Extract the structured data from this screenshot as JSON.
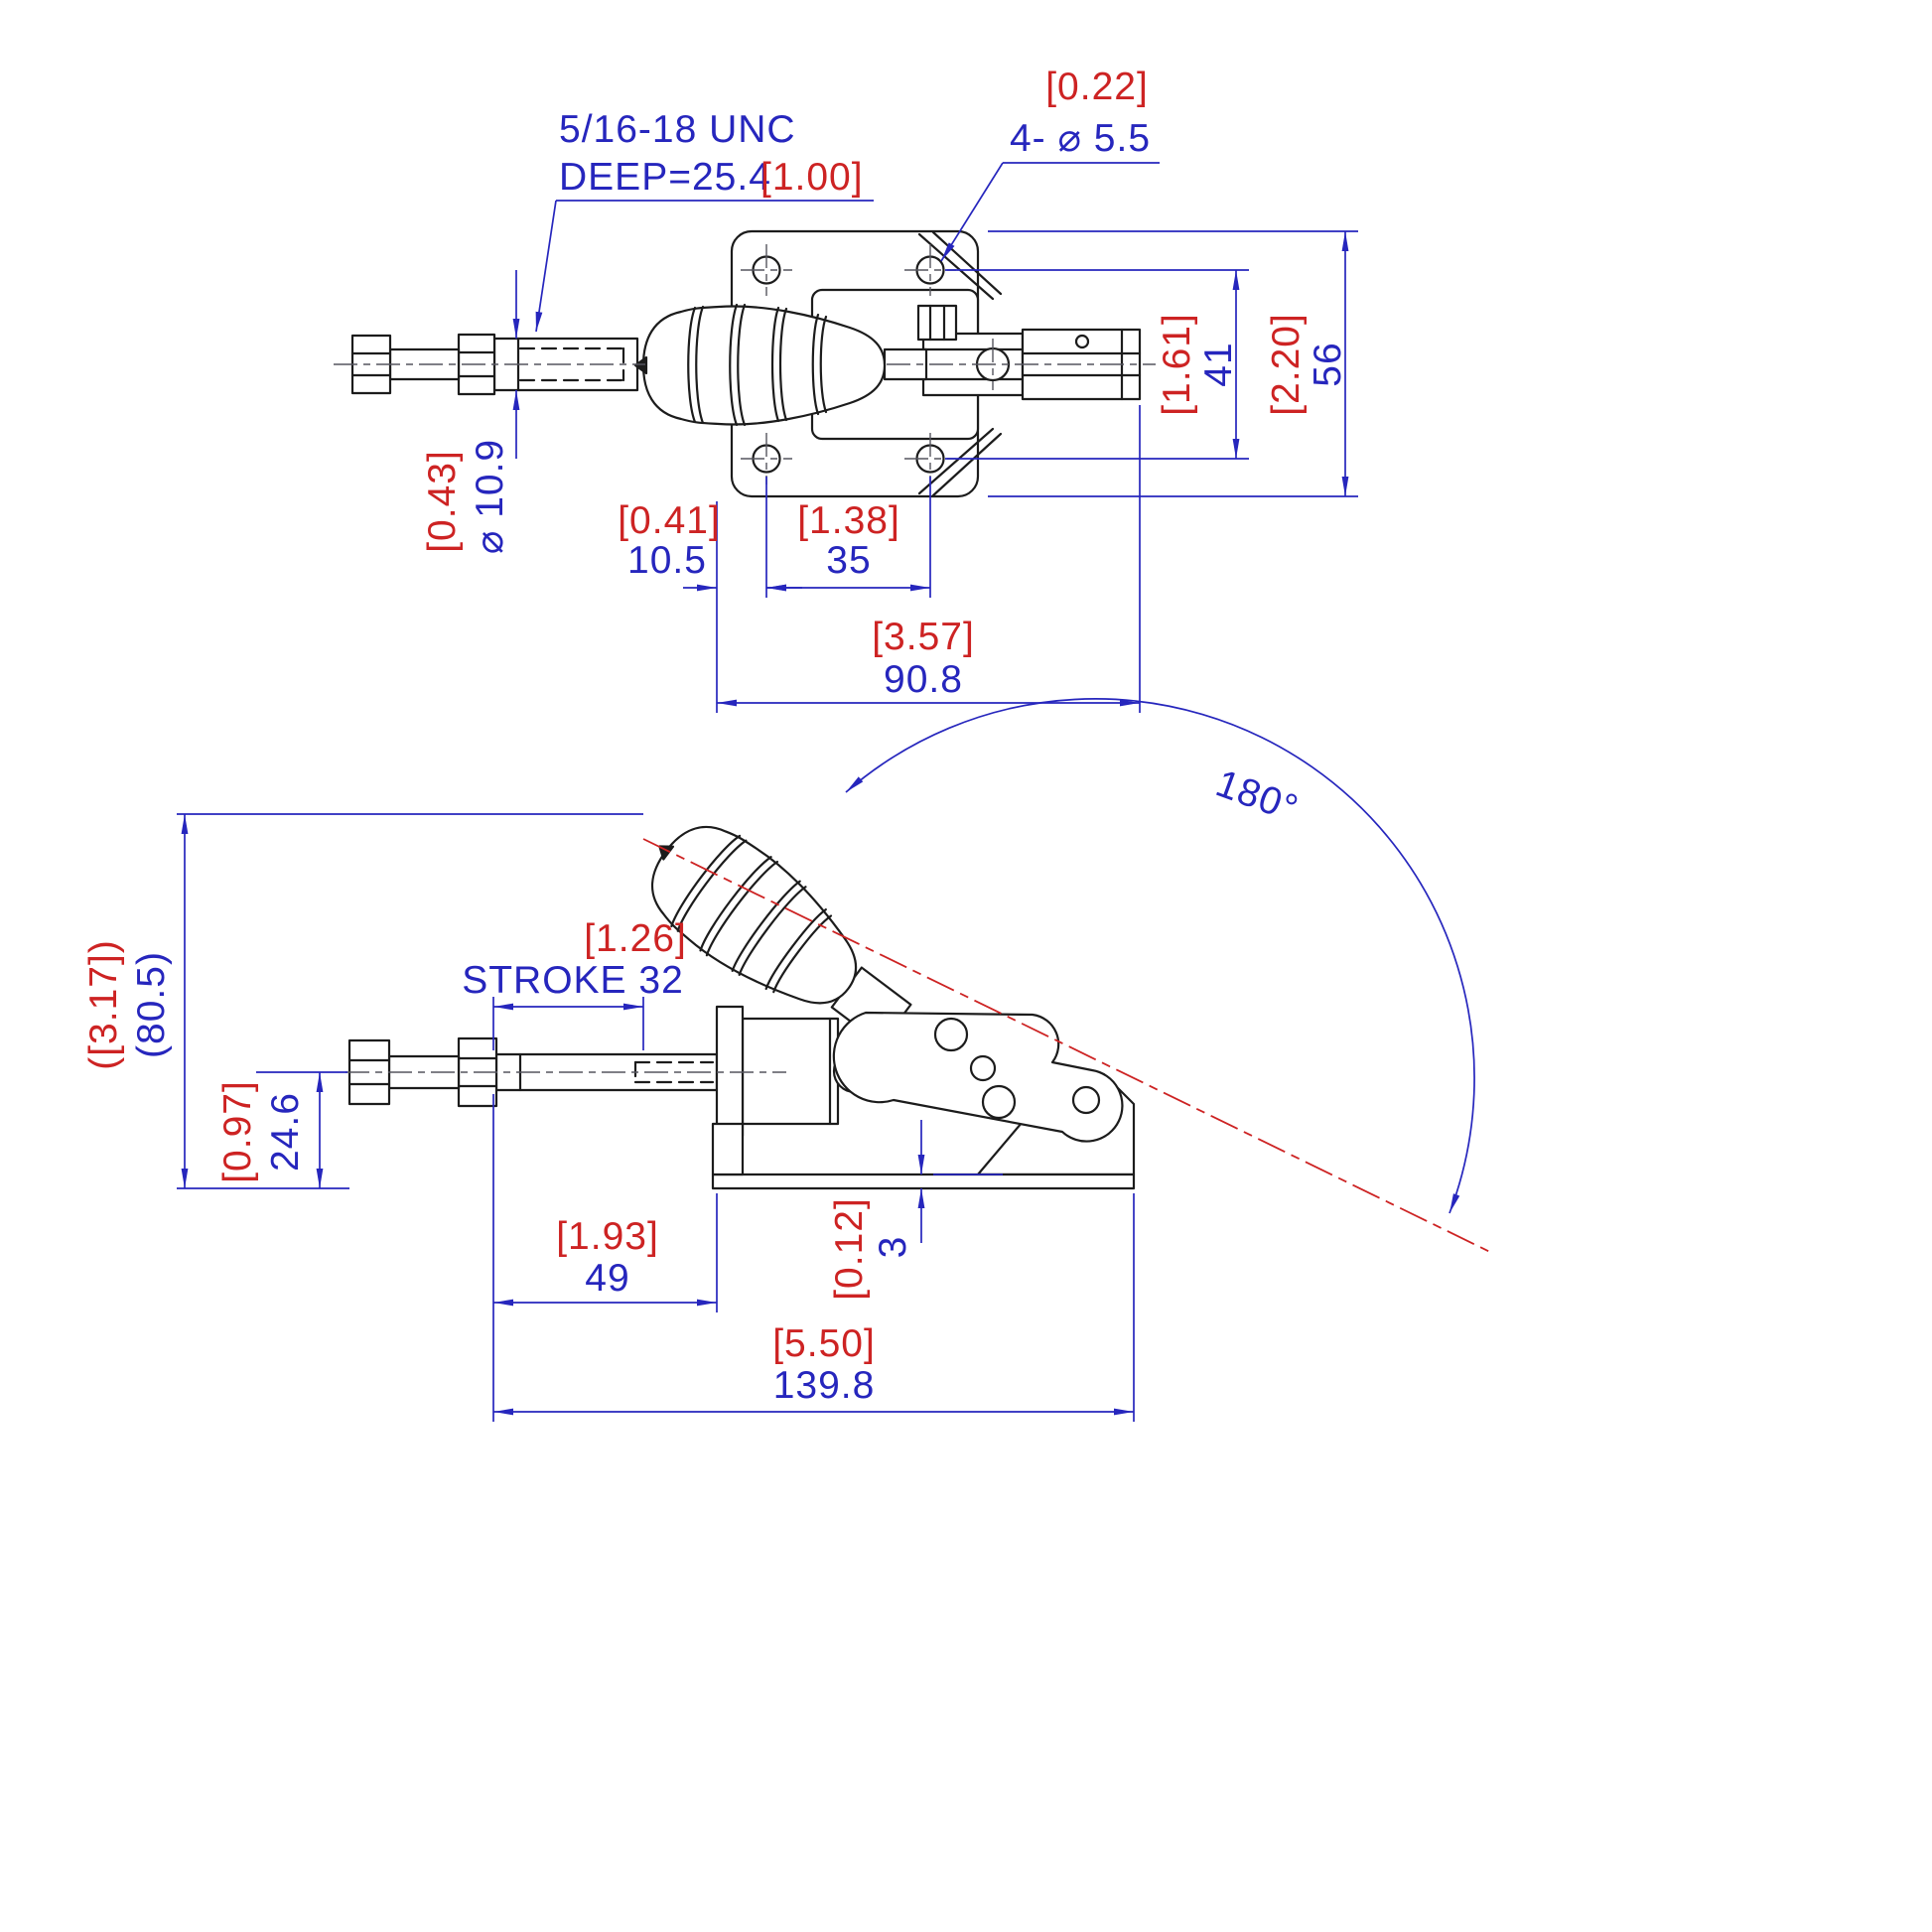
{
  "meta": {
    "title": "Push-pull toggle clamp dimensional drawing, top view and side view"
  },
  "colors": {
    "outline": "#1c1c1c",
    "dimension_mm": "#2626bd",
    "dimension_inch": "#cd2323",
    "axis_red": "#cd2323"
  },
  "top_view": {
    "thread_note_line1": "5/16-18 UNC",
    "thread_note_mm": "DEEP=25.4",
    "thread_note_inch": "[1.00]",
    "holes_inch": "[0.22]",
    "holes_label": "4- ⌀ 5.5",
    "rod_dia_inch": "[0.43]",
    "rod_dia_mm": "⌀ 10.9",
    "edge_to_hole_inch": "[0.41]",
    "edge_to_hole_mm": "10.5",
    "hole_spacing_inch": "[1.38]",
    "hole_spacing_mm": "35",
    "hole_span_inch": "[1.61]",
    "hole_span_mm": "41",
    "body_width_inch": "[2.20]",
    "body_width_mm": "56",
    "overall_inch": "[3.57]",
    "overall_mm": "90.8"
  },
  "side_view": {
    "rotation_angle": "180°",
    "stroke_inch": "[1.26]",
    "stroke_label": "STROKE 32",
    "height_inch": "([3.17])",
    "height_mm": "(80.5)",
    "centerline_height_inch": "[0.97]",
    "centerline_height_mm": "24.6",
    "plunger_ext_inch": "[1.93]",
    "plunger_ext_mm": "49",
    "base_thickness_inch": "[0.12]",
    "base_thickness_mm": "3",
    "overall_length_inch": "[5.50]",
    "overall_length_mm": "139.8"
  }
}
